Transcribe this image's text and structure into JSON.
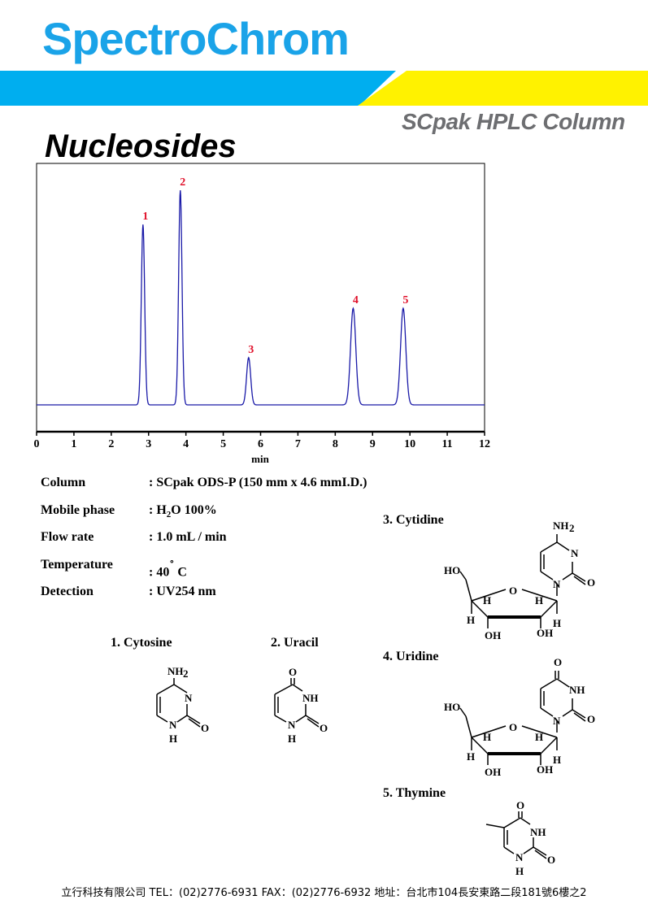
{
  "header": {
    "brand": "SpectroChrom",
    "product": "SCpak HPLC Column",
    "banner_colors": {
      "blue": "#00aeef",
      "yellow": "#fff200"
    }
  },
  "page_title": "Nucleosides",
  "chart_data": {
    "type": "line",
    "xlabel": "min",
    "x_ticks": [
      "0",
      "1",
      "2",
      "3",
      "4",
      "5",
      "6",
      "7",
      "8",
      "9",
      "10",
      "11",
      "12"
    ],
    "xlim": [
      0,
      12
    ],
    "line_color": "#1a1aa8",
    "label_color": "#e0102a",
    "peaks": [
      {
        "label": "1",
        "retention_time": 2.85,
        "height": 0.84
      },
      {
        "label": "2",
        "retention_time": 3.85,
        "height": 1.0
      },
      {
        "label": "3",
        "retention_time": 5.68,
        "height": 0.22
      },
      {
        "label": "4",
        "retention_time": 8.48,
        "height": 0.45
      },
      {
        "label": "5",
        "retention_time": 9.82,
        "height": 0.45
      }
    ]
  },
  "conditions": [
    {
      "label": "Column",
      "value": ": SCpak ODS-P  (150 mm x 4.6 mmI.D.)"
    },
    {
      "label": "Mobile phase",
      "value_pre": ": H",
      "value_sub": "2",
      "value_post": "O 100%"
    },
    {
      "label": "Flow rate",
      "value": ": 1.0 mL / min"
    },
    {
      "label": "Temperature",
      "value_pre": ": 40",
      "value_sup": "˚",
      "value_post": " C"
    },
    {
      "label": "Detection",
      "value": ": UV254 nm"
    }
  ],
  "compounds": [
    {
      "title": "1. Cytosine"
    },
    {
      "title": "2. Uracil"
    },
    {
      "title": "3. Cytidine"
    },
    {
      "title": "4. Uridine"
    },
    {
      "title": "5. Thymine"
    }
  ],
  "atoms": {
    "N": "N",
    "NH": "NH",
    "H": "H",
    "O": "O",
    "NH2_main": "NH",
    "sub2": "2",
    "HO": "HO",
    "OH": "OH"
  },
  "footer": "立行科技有限公司 TEL：(02)2776-6931  FAX：(02)2776-6932   地址：台北市104長安東路二段181號6樓之2"
}
